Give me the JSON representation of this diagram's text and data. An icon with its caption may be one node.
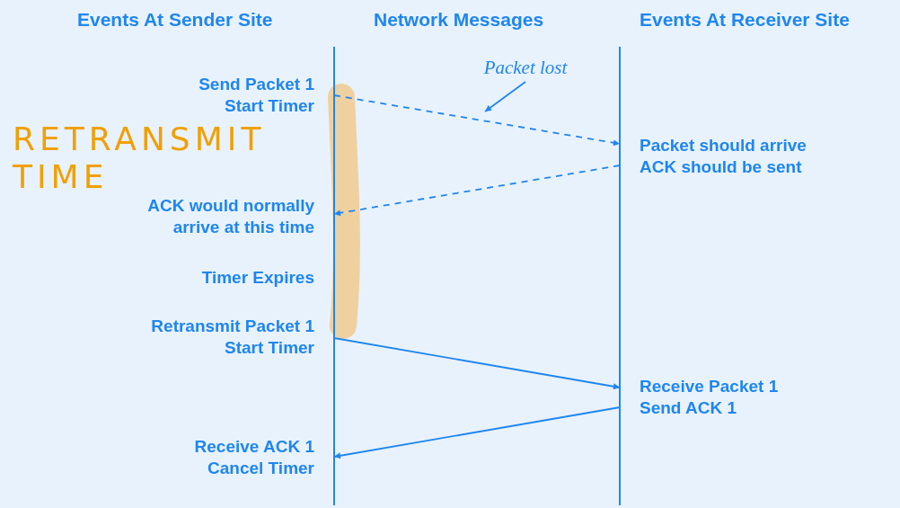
{
  "diagram": {
    "nodes": [
      {
        "text": [
          "Send Packet 1",
          "Start Timer"
        ]
      },
      {
        "text": [
          "Packet lost"
        ]
      },
      {
        "text": [
          "Packet should arrive",
          "ACK should be sent"
        ]
      },
      {
        "text": [
          "ACK would normally arrive at this time"
        ]
      },
      {
        "text": [
          "Retransmit Packet 1",
          "Start Timer"
        ]
      },
      {
        "text": [
          "Receive Packet 1",
          "Send ACK 1"
        ]
      },
      {
        "text": [
          "Receive ACK 1",
          "Cancel Timer"
        ]
      }
    ],
    "edges": [
      {
        "from": 0,
        "to": 2,
        "arrow": "to",
        "style": "dashed"
      },
      {
        "from": 2,
        "to": 3,
        "arrow": "to",
        "style": "dashed"
      },
      {
        "from": 4,
        "to": 5,
        "arrow": "to"
      },
      {
        "from": 5,
        "to": 6,
        "arrow": "to"
      },
      {
        "from": 1,
        "to": null,
        "arrow": "to"
      }
    ],
    "labels": [
      "Events At Sender Site",
      "Network Messages",
      "Events At Receiver Site",
      "RETRANSMIT TIME",
      "Timer Expires"
    ]
  }
}
